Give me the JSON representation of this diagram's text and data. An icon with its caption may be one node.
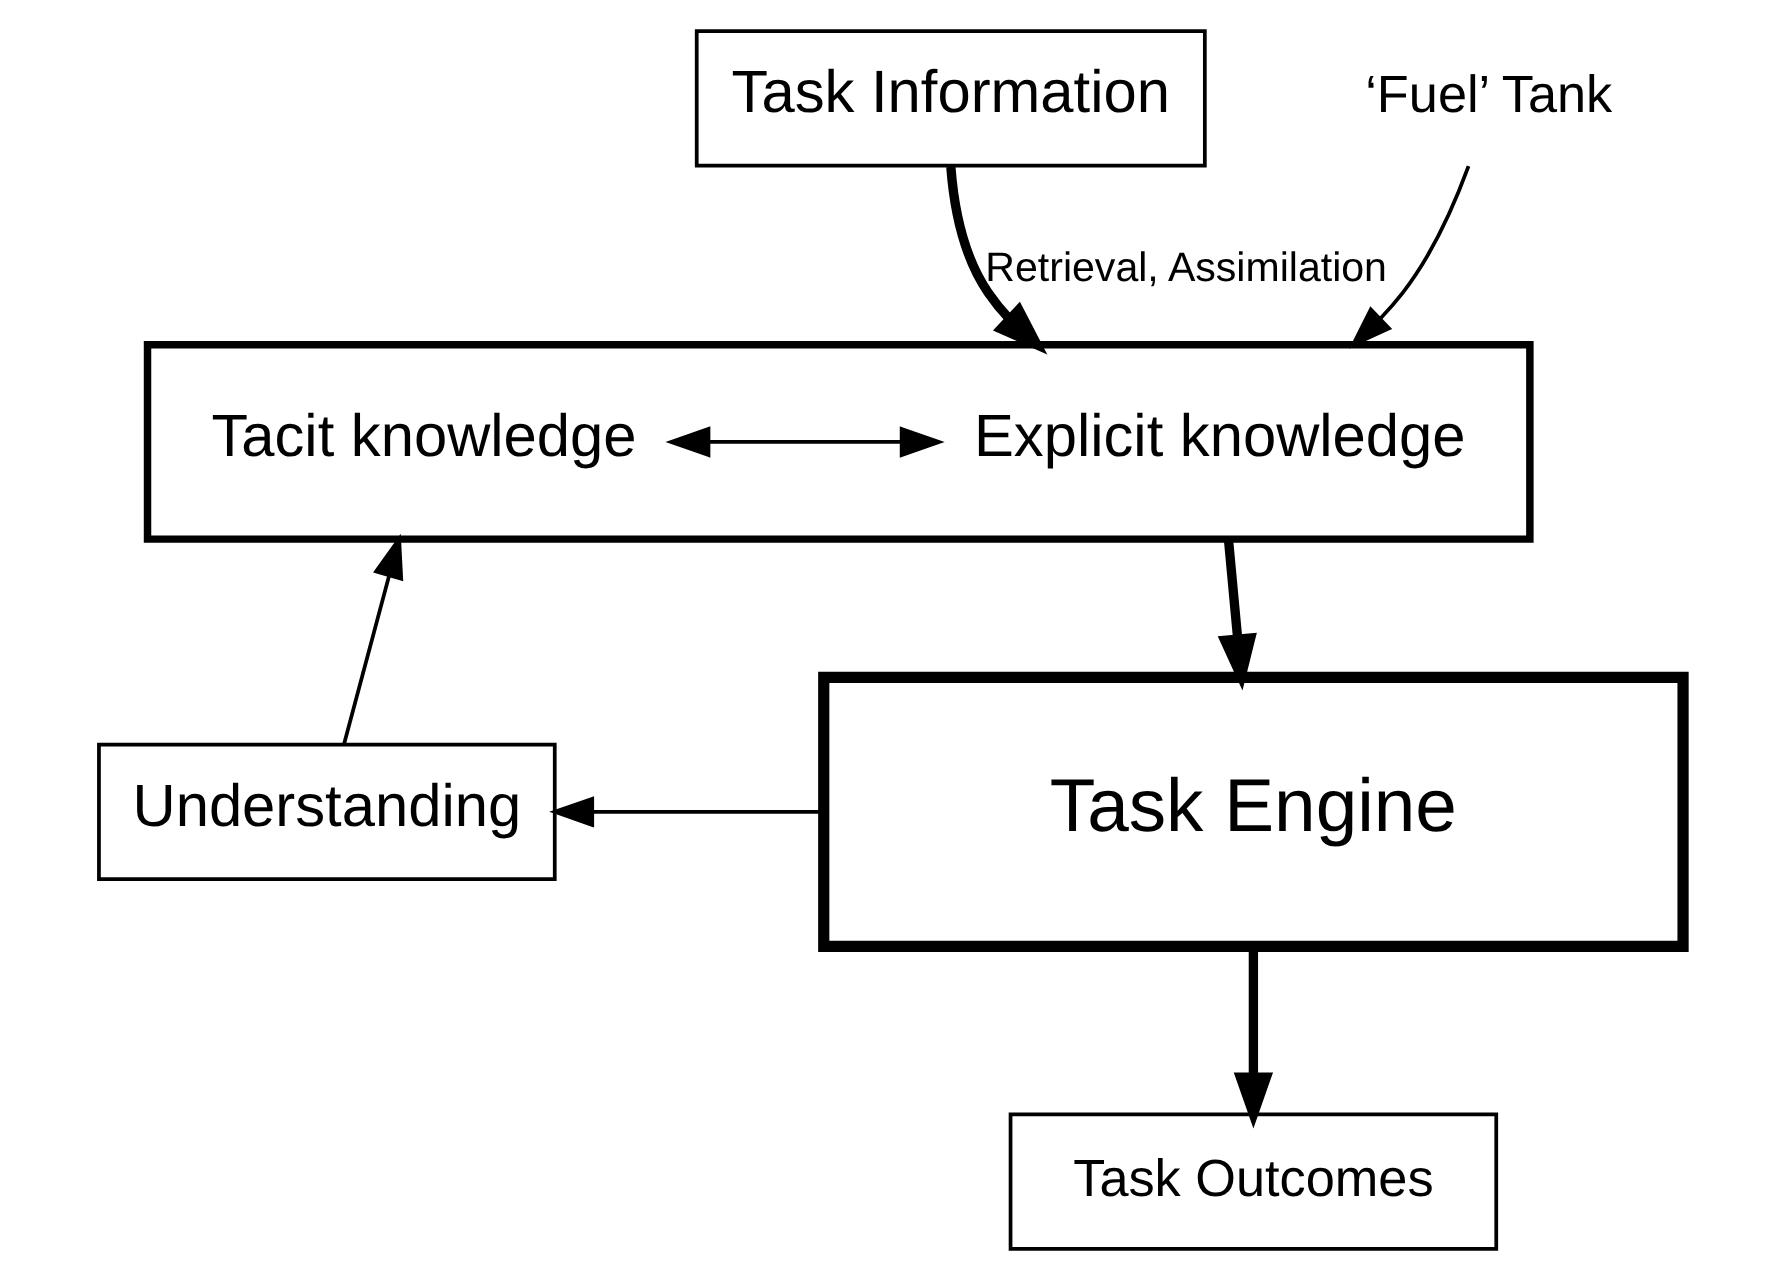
{
  "diagram": {
    "nodes": [
      {
        "text": [
          "Task Information"
        ]
      },
      {
        "text": [],
        "shape": "box"
      },
      {
        "text": [
          "Tacit knowledge"
        ],
        "in": 1
      },
      {
        "text": [
          "Explicit knowledge"
        ],
        "in": 1
      },
      {
        "text": [
          "‘Fuel’ Tank"
        ]
      },
      {
        "text": [
          "Understanding"
        ]
      },
      {
        "text": [
          "Task Engine"
        ]
      },
      {
        "text": [
          "Task Outcomes"
        ]
      }
    ],
    "edges": [
      {
        "from": 0,
        "to": 1,
        "arrow": "to",
        "label": "Retrieval, Assimilation",
        "style": "thick"
      },
      {
        "from": 2,
        "to": 3,
        "arrow": "both"
      },
      {
        "from": 4,
        "to": 1,
        "arrow": "to"
      },
      {
        "from": 1,
        "to": 6,
        "arrow": "to",
        "style": "thick"
      },
      {
        "from": 6,
        "to": 5,
        "arrow": "to"
      },
      {
        "from": 5,
        "to": 1,
        "arrow": "to"
      },
      {
        "from": 6,
        "to": 7,
        "arrow": "to",
        "style": "thick"
      }
    ]
  }
}
